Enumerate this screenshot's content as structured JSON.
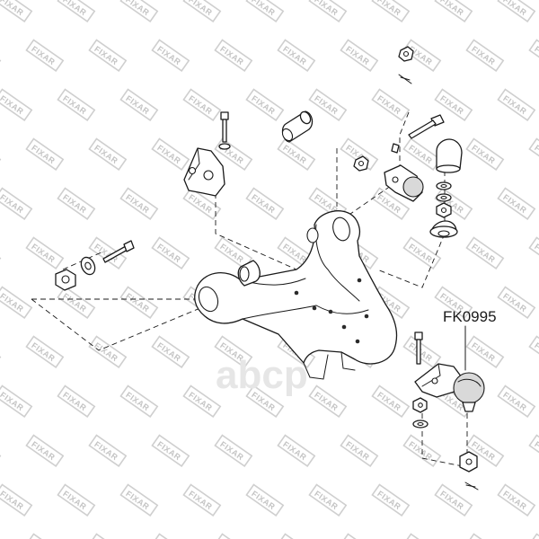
{
  "watermark": {
    "text": "FIXAR"
  },
  "brand_watermark": {
    "text": "abcp"
  },
  "part_number": {
    "label": "FK0995"
  }
}
